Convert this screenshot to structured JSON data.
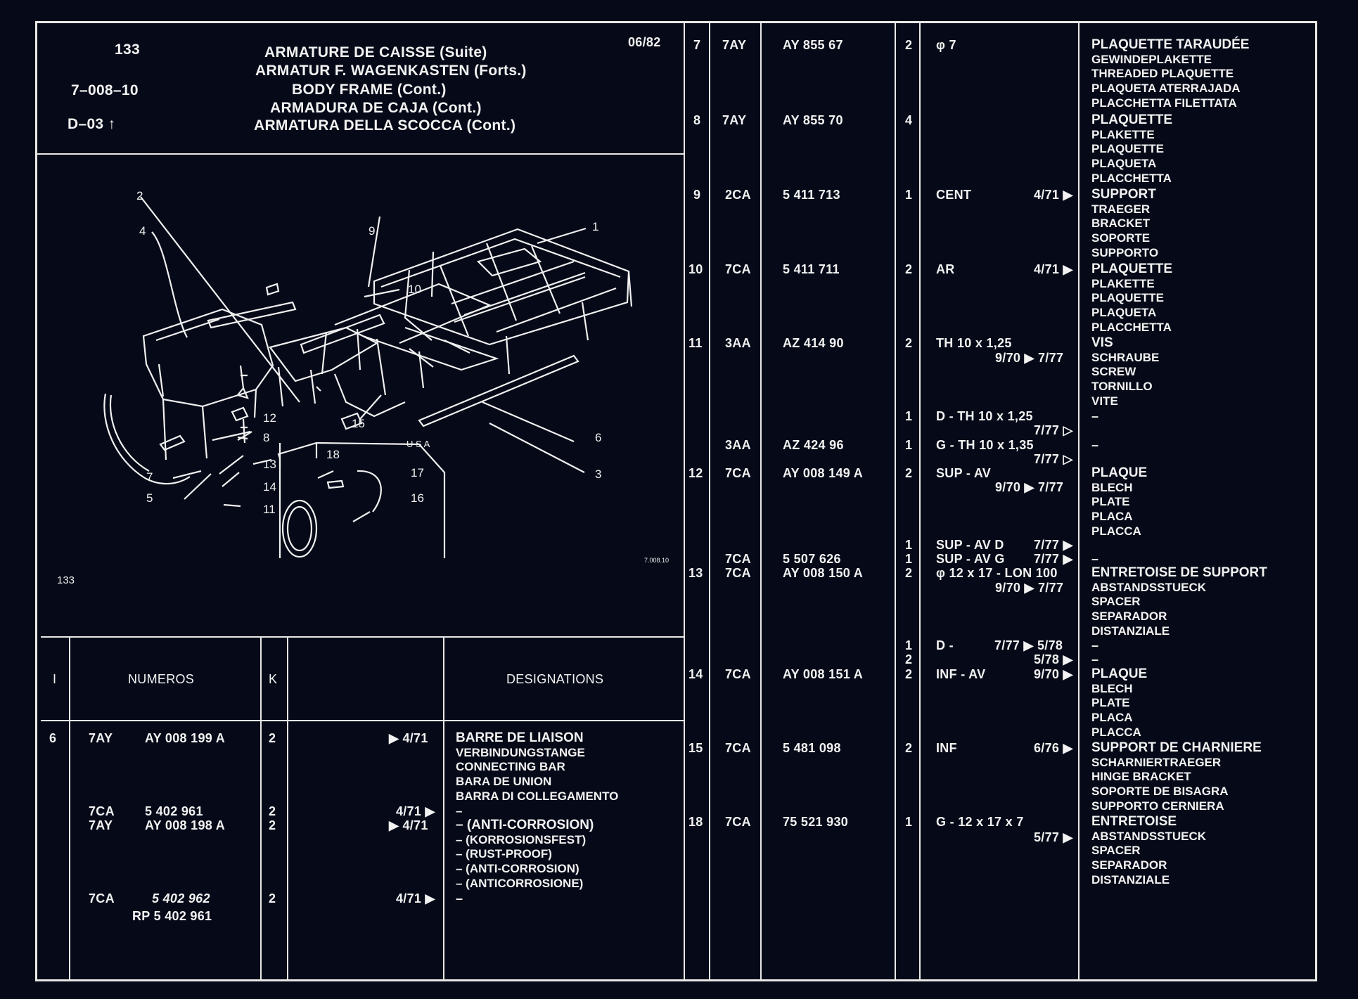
{
  "header": {
    "page_num": "133",
    "ref": "7–008–10",
    "variant": "D–03",
    "variant_arrow": "↑",
    "date": "06/82",
    "titles": [
      "ARMATURE DE CAISSE (Suite)",
      "ARMATUR F. WAGENKASTEN (Forts.)",
      "BODY FRAME (Cont.)",
      "ARMADURA DE CAJA (Cont.)",
      "ARMATURA DELLA SCOCCA (Cont.)"
    ]
  },
  "diagram": {
    "page_label": "133",
    "inset_label": "U S A",
    "drawing_ref": "7.008.10",
    "callouts": [
      "1",
      "2",
      "3",
      "4",
      "5",
      "6",
      "7",
      "8",
      "9",
      "10",
      "11",
      "12",
      "13",
      "14",
      "15",
      "16",
      "17",
      "18"
    ]
  },
  "table_header": {
    "col_i": "I",
    "col_numeros": "NUMEROS",
    "col_k": "K",
    "col_designations": "DESIGNATIONS"
  },
  "left_rows": [
    {
      "idx": "6",
      "code": "7AY",
      "number": "AY  008  199  A",
      "qty": "2",
      "date": "▶ 4/71",
      "designations": [
        "BARRE DE LIAISON",
        "VERBINDUNGSTANGE",
        "CONNECTING BAR",
        "BARA DE UNION",
        "BARRA DI COLLEGAMENTO",
        "–"
      ]
    },
    {
      "code": "7CA",
      "number": "5  402  961",
      "qty": "2",
      "date": "4/71 ▶"
    },
    {
      "code": "7AY",
      "number": "AY  008  198  A",
      "qty": "2",
      "date": "▶ 4/71",
      "designations": [
        "– (ANTI-CORROSION)",
        "– (KORROSIONSFEST)",
        "– (RUST-PROOF)",
        "– (ANTI-CORROSION)",
        "– (ANTICORROSIONE)"
      ]
    },
    {
      "code": "7CA",
      "number": "5  402  962",
      "replaced": "RP 5  402 961",
      "qty": "2",
      "date": "4/71 ▶",
      "designations": [
        "–"
      ]
    }
  ],
  "right_rows": [
    {
      "idx": "7",
      "code": "7AY",
      "number": "AY  855   67",
      "qty": "2",
      "spec": "φ 7",
      "date": "",
      "designations": [
        "PLAQUETTE TARAUDÉE",
        "GEWINDEPLAKETTE",
        "THREADED PLAQUETTE",
        "PLAQUETA ATERRAJADA",
        "PLACCHETTA FILETTATA"
      ]
    },
    {
      "idx": "8",
      "code": "7AY",
      "number": "AY  855   70",
      "qty": "4",
      "spec": "",
      "date": "",
      "designations": [
        "PLAQUETTE",
        "PLAKETTE",
        "PLAQUETTE",
        "PLAQUETA",
        "PLACCHETTA"
      ]
    },
    {
      "idx": "9",
      "code": "2CA",
      "number": "5  411  713",
      "qty": "1",
      "spec": "CENT",
      "date": "4/71 ▶",
      "designations": [
        "SUPPORT",
        "TRAEGER",
        "BRACKET",
        "SOPORTE",
        "SUPPORTO"
      ]
    },
    {
      "idx": "10",
      "code": "7CA",
      "number": "5  411  711",
      "qty": "2",
      "spec": "AR",
      "date": "4/71 ▶",
      "designations": [
        "PLAQUETTE",
        "PLAKETTE",
        "PLAQUETTE",
        "PLAQUETA",
        "PLACCHETTA"
      ]
    },
    {
      "idx": "11",
      "code": "3AA",
      "number": "AZ  414   90",
      "qty": "2",
      "spec": "TH 10 x 1,25",
      "spec2": "9/70 ▶ 7/77",
      "designations": [
        "VIS",
        "SCHRAUBE",
        "SCREW",
        "TORNILLO",
        "VITE"
      ]
    },
    {
      "code": "",
      "number": "",
      "qty": "1",
      "spec": "D - TH 10 x 1,25",
      "spec2": "7/77 ▷",
      "designations": [
        "–"
      ]
    },
    {
      "code": "3AA",
      "number": "AZ  424   96",
      "qty": "1",
      "spec": "G - TH 10 x 1,35",
      "spec2": "7/77 ▷",
      "designations": [
        "–"
      ]
    },
    {
      "idx": "12",
      "code": "7CA",
      "number": "AY  008  149  A",
      "qty": "2",
      "spec": "SUP - AV",
      "spec2": "9/70 ▶ 7/77",
      "designations": [
        "PLAQUE",
        "BLECH",
        "PLATE",
        "PLACA",
        "PLACCA"
      ]
    },
    {
      "code": "",
      "number": "",
      "qty": "1",
      "spec": "SUP - AV D",
      "date": "7/77 ▶"
    },
    {
      "code": "7CA",
      "number": "5  507  626",
      "qty": "1",
      "spec": "SUP - AV G",
      "date": "7/77 ▶",
      "designations": [
        "–"
      ]
    },
    {
      "idx": "13",
      "code": "7CA",
      "number": "AY  008  150  A",
      "qty": "2",
      "spec": "φ 12 x 17 - LON 100",
      "spec2": "9/70 ▶ 7/77",
      "designations": [
        "ENTRETOISE DE SUPPORT",
        "ABSTANDSSTUECK",
        "SPACER",
        "SEPARADOR",
        "DISTANZIALE"
      ]
    },
    {
      "code": "",
      "number": "",
      "qty": "1",
      "spec": "D -",
      "date": "7/77 ▶ 5/78",
      "designations": [
        "–"
      ]
    },
    {
      "code": "",
      "number": "",
      "qty": "2",
      "spec": "",
      "date": "5/78 ▶",
      "designations": [
        "–"
      ]
    },
    {
      "idx": "14",
      "code": "7CA",
      "number": "AY  008  151  A",
      "qty": "2",
      "spec": "INF - AV",
      "date": "9/70 ▶",
      "designations": [
        "PLAQUE",
        "BLECH",
        "PLATE",
        "PLACA",
        "PLACCA"
      ]
    },
    {
      "idx": "15",
      "code": "7CA",
      "number": "5  481  098",
      "qty": "2",
      "spec": "INF",
      "date": "6/76 ▶",
      "designations": [
        "SUPPORT DE CHARNIERE",
        "SCHARNIERTRAEGER",
        "HINGE BRACKET",
        "SOPORTE DE BISAGRA",
        "SUPPORTO CERNIERA"
      ]
    },
    {
      "idx": "18",
      "code": "7CA",
      "number": "75  521  930",
      "qty": "1",
      "spec": "G - 12 x 17 x 7",
      "spec2": "5/77 ▶",
      "designations": [
        "ENTRETOISE",
        "ABSTANDSSTUECK",
        "SPACER",
        "SEPARADOR",
        "DISTANZIALE"
      ]
    }
  ]
}
